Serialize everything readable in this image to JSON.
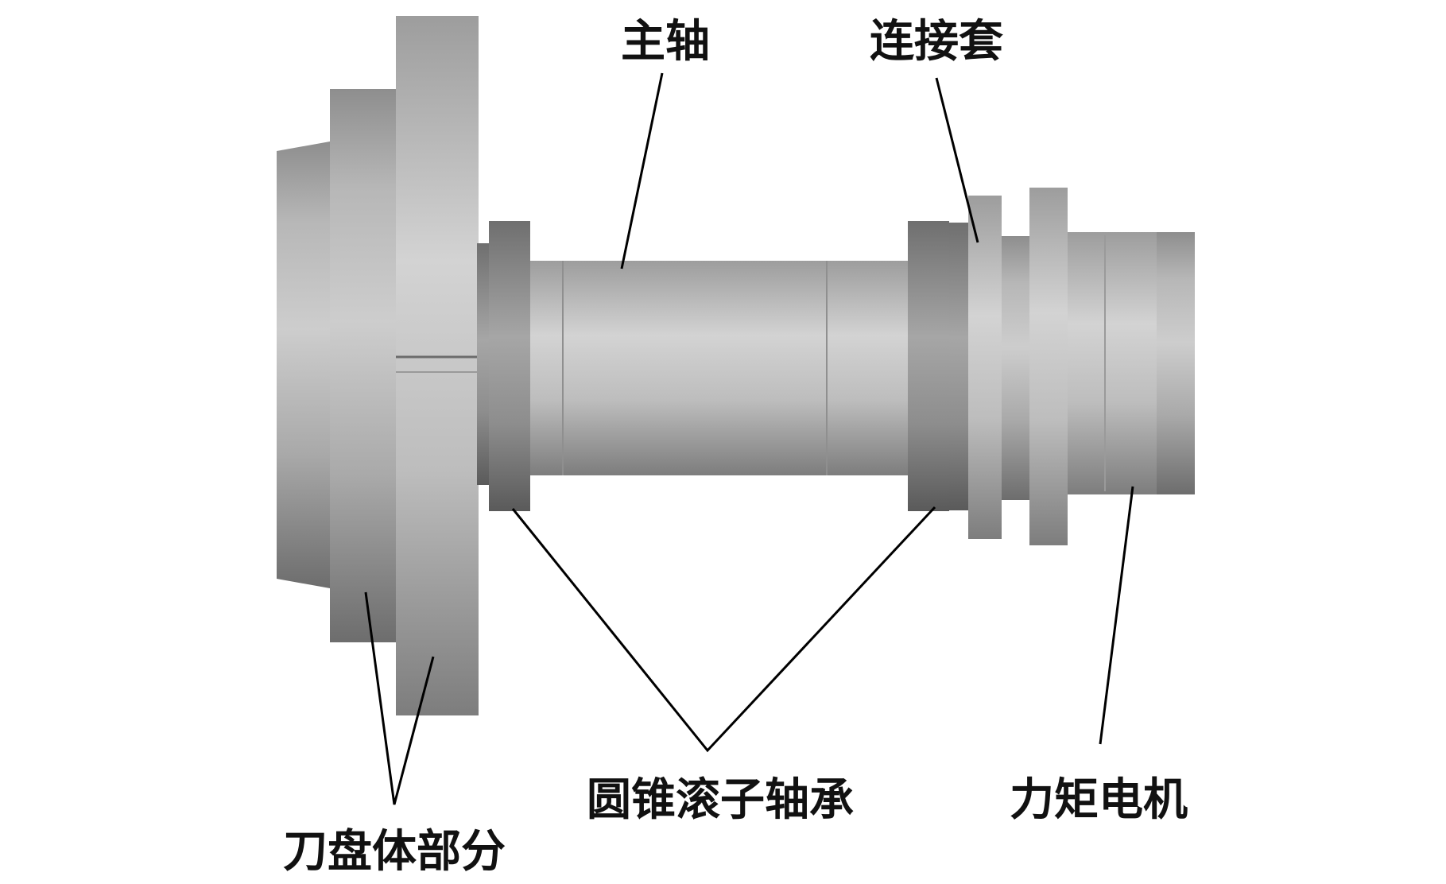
{
  "labels": {
    "spindle": "主轴",
    "coupling_sleeve": "连接套",
    "cutterhead_body": "刀盘体部分",
    "tapered_roller_bearing": "圆锥滚子轴承",
    "torque_motor": "力矩电机"
  }
}
